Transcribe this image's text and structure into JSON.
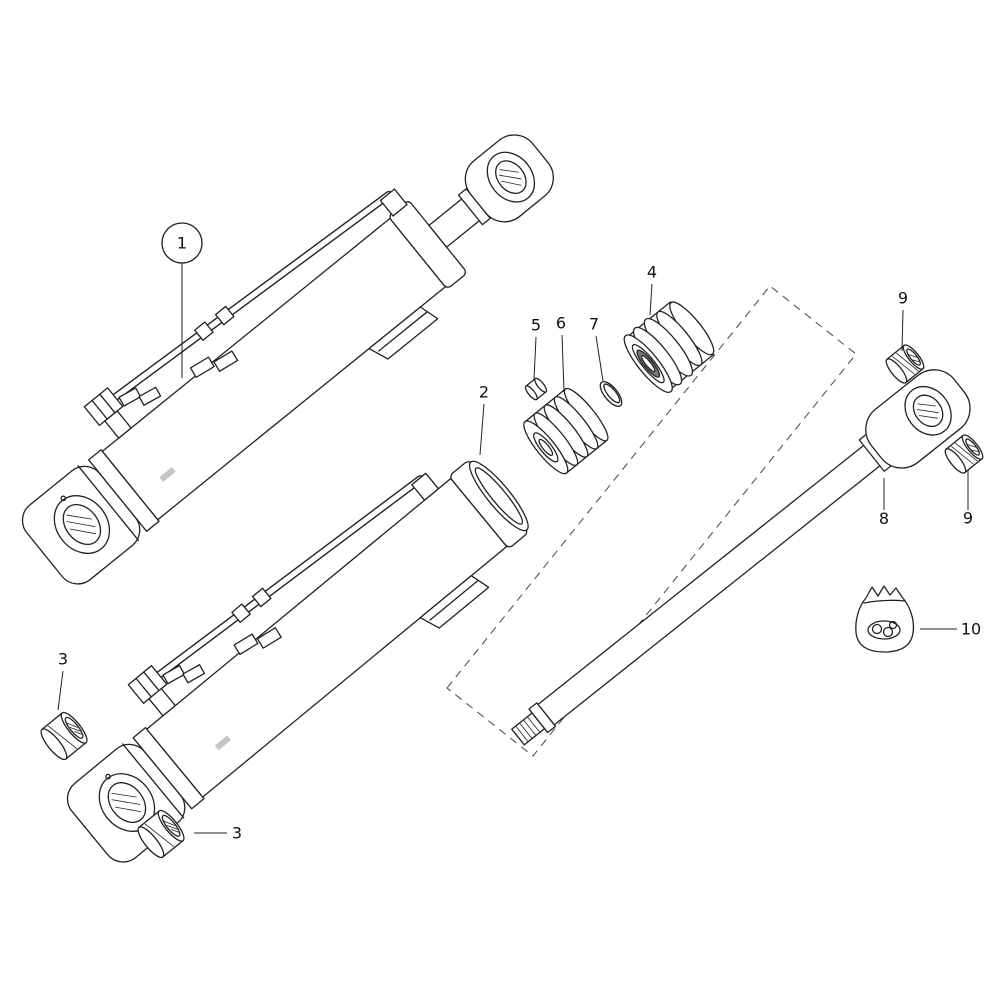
{
  "figure": {
    "kind": "exploded-parts-diagram",
    "subject": "Hydraulic cylinder assembly",
    "background_color": "#ffffff",
    "line_color": "#222222"
  },
  "callouts": [
    {
      "label": "1",
      "style": "circled",
      "points_to": "cylinder-assembly"
    },
    {
      "label": "2",
      "style": "plain",
      "points_to": "cylinder-barrel"
    },
    {
      "label": "3",
      "style": "plain",
      "points_to": "bushing-left-upper"
    },
    {
      "label": "3",
      "style": "plain",
      "points_to": "bushing-left-lower"
    },
    {
      "label": "4",
      "style": "plain",
      "points_to": "piston-head-gland"
    },
    {
      "label": "5",
      "style": "plain",
      "points_to": "plug"
    },
    {
      "label": "6",
      "style": "plain",
      "points_to": "piston"
    },
    {
      "label": "7",
      "style": "plain",
      "points_to": "backup-ring"
    },
    {
      "label": "8",
      "style": "plain",
      "points_to": "piston-rod"
    },
    {
      "label": "9",
      "style": "plain",
      "points_to": "rod-eye-bushing-upper"
    },
    {
      "label": "9",
      "style": "plain",
      "points_to": "rod-eye-bushing-lower"
    },
    {
      "label": "10",
      "style": "plain",
      "points_to": "seal-kit-bag"
    }
  ]
}
